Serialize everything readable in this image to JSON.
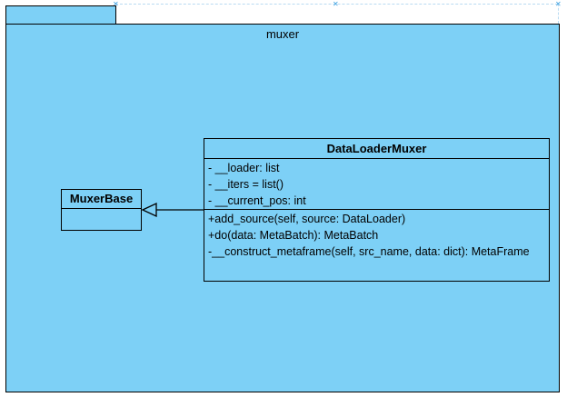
{
  "package": {
    "name": "muxer"
  },
  "classes": {
    "muxer_base": {
      "name": "MuxerBase"
    },
    "data_loader_muxer": {
      "name": "DataLoaderMuxer",
      "attributes": [
        "- __loader: list",
        "- __iters = list()",
        "- __current_pos: int"
      ],
      "operations": [
        "+add_source(self, source: DataLoader)",
        "+do(data: MetaBatch): MetaBatch",
        "-__construct_metaframe(self, src_name, data: dict): MetaFrame"
      ]
    }
  },
  "relationships": [
    {
      "type": "generalization",
      "from": "DataLoaderMuxer",
      "to": "MuxerBase"
    }
  ],
  "colors": {
    "package_fill": "#7dd0f6",
    "stroke": "#000000",
    "handle": "#3a9fe0"
  }
}
